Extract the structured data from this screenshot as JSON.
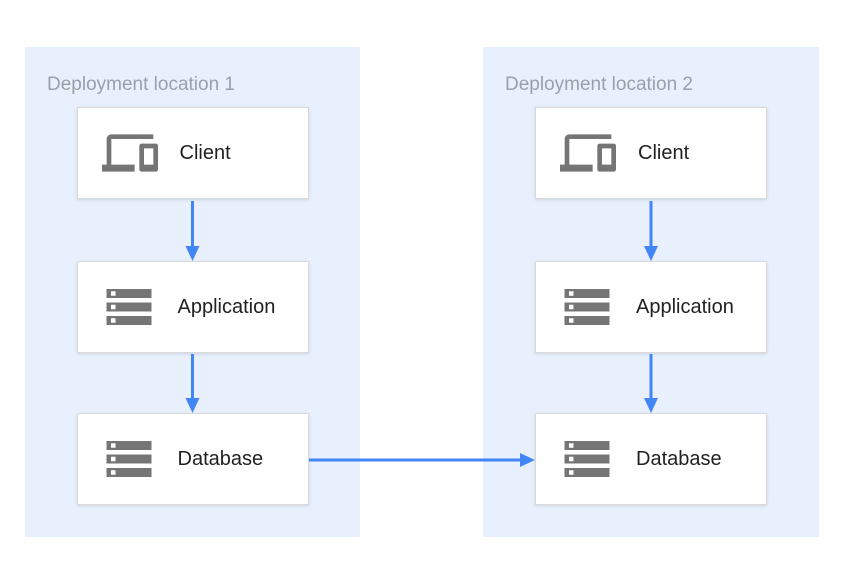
{
  "diagram": {
    "locations": [
      {
        "title": "Deployment location 1",
        "nodes": [
          {
            "label": "Client",
            "icon": "devices-icon"
          },
          {
            "label": "Application",
            "icon": "storage-icon"
          },
          {
            "label": "Database",
            "icon": "storage-icon"
          }
        ]
      },
      {
        "title": "Deployment location 2",
        "nodes": [
          {
            "label": "Client",
            "icon": "devices-icon"
          },
          {
            "label": "Application",
            "icon": "storage-icon"
          },
          {
            "label": "Database",
            "icon": "storage-icon"
          }
        ]
      }
    ],
    "arrows": [
      {
        "name": "client1-to-application1",
        "direction": "down"
      },
      {
        "name": "application1-to-database1",
        "direction": "down"
      },
      {
        "name": "client2-to-application2",
        "direction": "down"
      },
      {
        "name": "application2-to-database2",
        "direction": "down"
      },
      {
        "name": "database1-to-database2",
        "direction": "right"
      }
    ],
    "colors": {
      "container_bg": "#E8F0FE",
      "arrow": "#4285F4",
      "icon": "#757575",
      "title_text": "#9AA0A6",
      "label_text": "#212121",
      "node_border": "#D9D9D9",
      "node_bg": "#FFFFFF"
    }
  }
}
